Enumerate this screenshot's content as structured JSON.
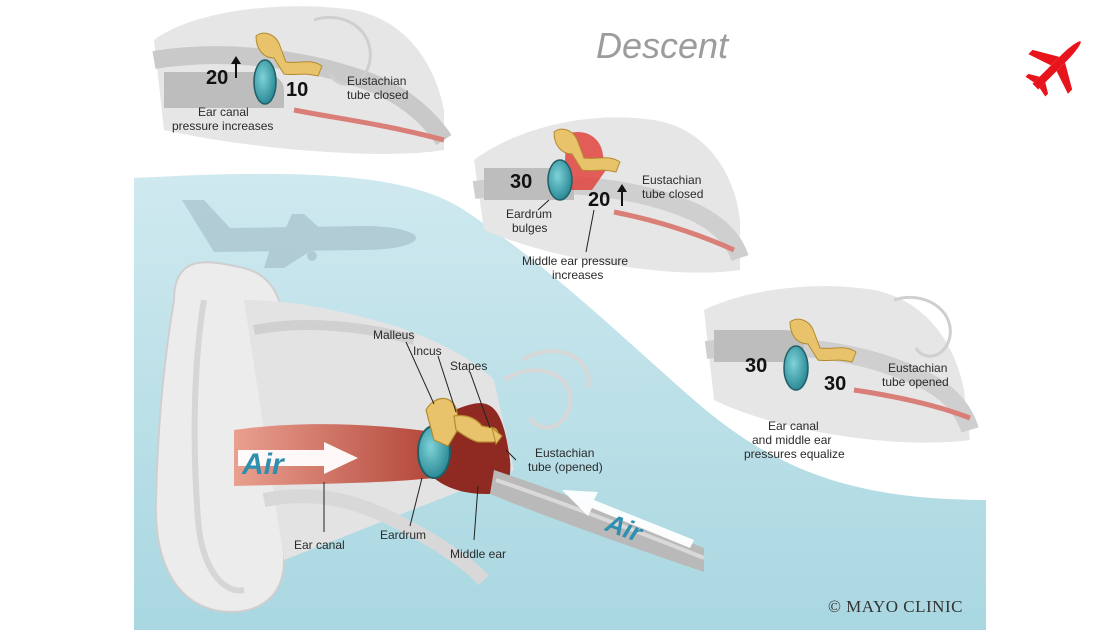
{
  "title": "Descent",
  "copyright": "© MAYO CLINIC",
  "icons": {
    "corner": "airplane-icon",
    "background": "airplane-silhouette"
  },
  "colors": {
    "accent_red": "#e8141c",
    "sky": "#bfe2ea",
    "air_text": "#2e8fae",
    "bone": "#e8c36b",
    "eardrum": "#3aa9b3"
  },
  "stage1": {
    "left_number": "20",
    "right_number": "10",
    "caption_left": [
      "Ear canal",
      "pressure increases"
    ],
    "caption_right": [
      "Eustachian",
      "tube closed"
    ]
  },
  "stage2": {
    "left_number": "30",
    "right_number": "20",
    "caption_right": [
      "Eustachian",
      "tube closed"
    ],
    "caption_eardrum": [
      "Eardrum",
      "bulges"
    ],
    "caption_middle": [
      "Middle ear pressure",
      "increases"
    ]
  },
  "stage3": {
    "left_number": "30",
    "right_number": "30",
    "caption_right": [
      "Eustachian",
      "tube opened"
    ],
    "caption_bottom": [
      "Ear canal",
      "and middle ear",
      "pressures equalize"
    ]
  },
  "main": {
    "air_left": "Air",
    "air_right": "Air",
    "labels": {
      "malleus": "Malleus",
      "incus": "Incus",
      "stapes": "Stapes",
      "eustachian": [
        "Eustachian",
        "tube (opened)"
      ],
      "ear_canal": "Ear canal",
      "eardrum": "Eardrum",
      "middle_ear": "Middle ear"
    }
  }
}
